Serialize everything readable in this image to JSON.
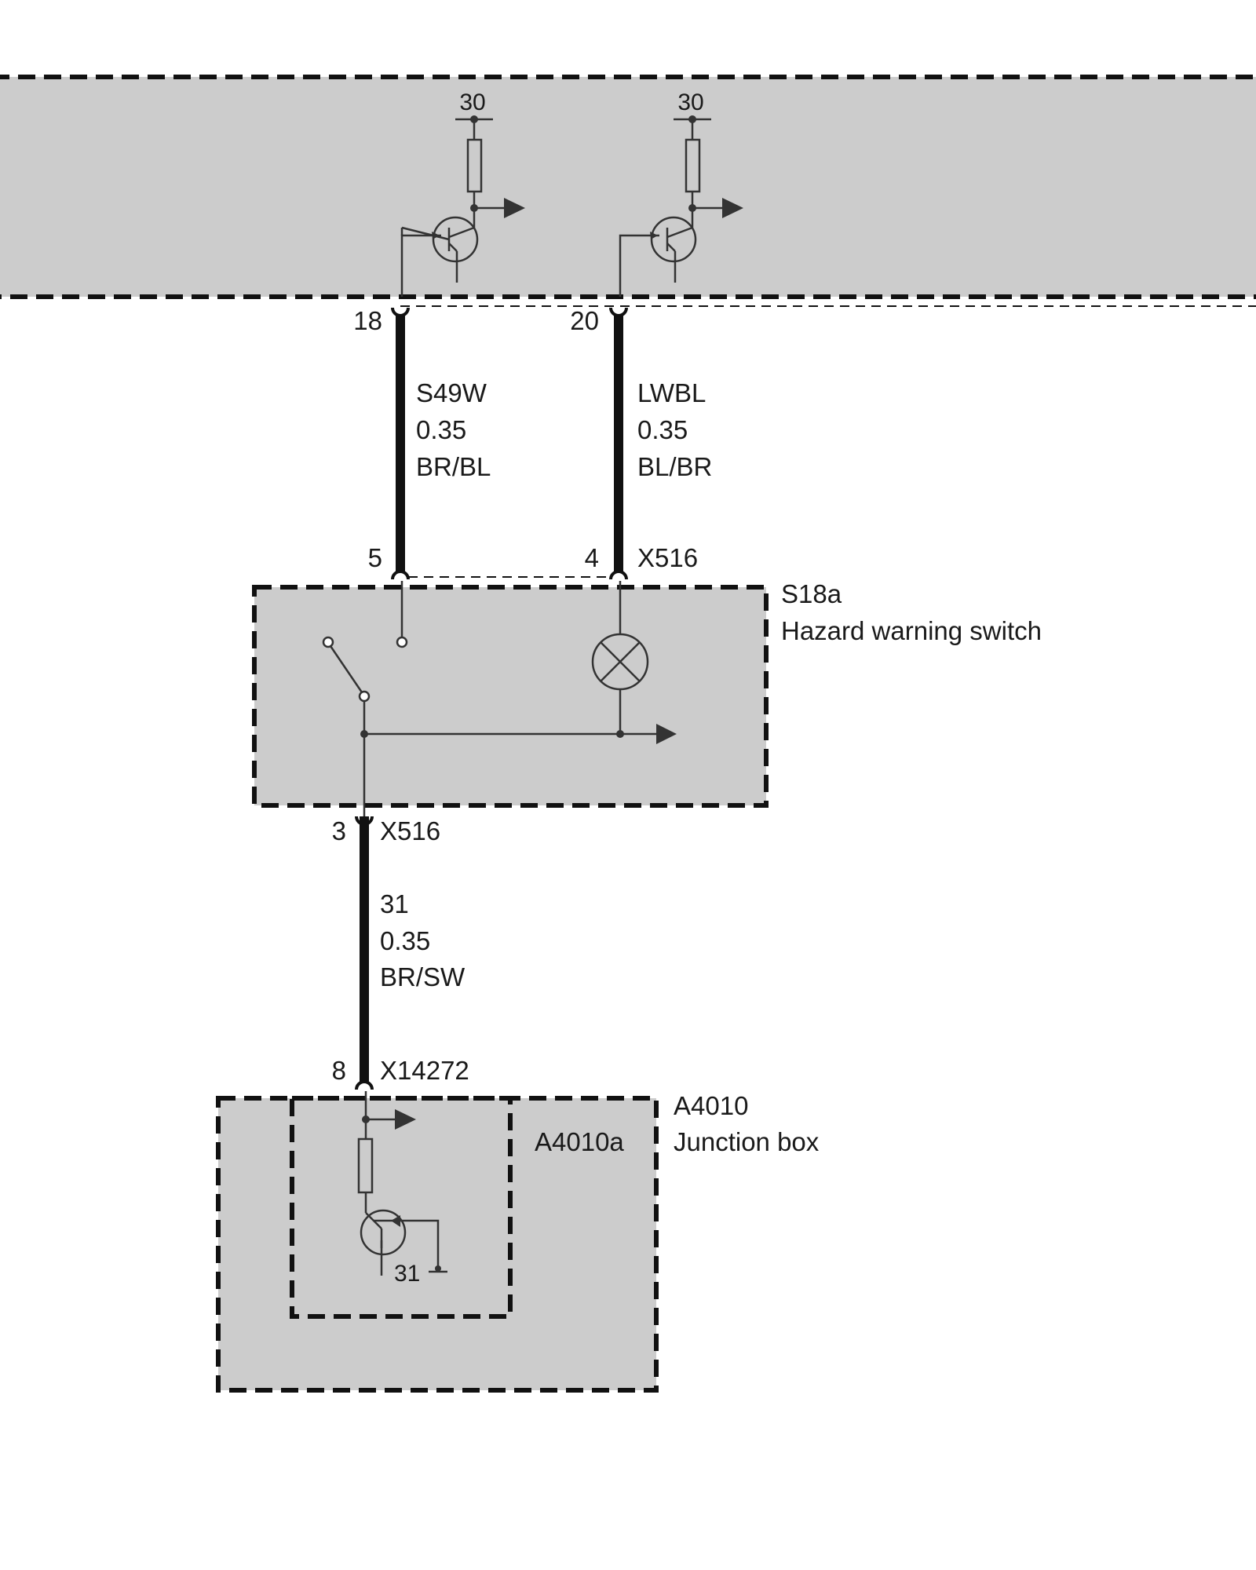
{
  "top_module": {
    "pin_left_supply": "30",
    "pin_right_supply": "30",
    "pin_left_out": "18",
    "pin_right_out": "20"
  },
  "wire_left": {
    "signal": "S49W",
    "gauge": "0.35",
    "color": "BR/BL"
  },
  "wire_right": {
    "signal": "LWBL",
    "gauge": "0.35",
    "color": "BL/BR"
  },
  "hazard_switch": {
    "connector_top": "X516",
    "pin_left": "5",
    "pin_right": "4",
    "id": "S18a",
    "name": "Hazard warning switch",
    "pin_bottom": "3",
    "connector_bottom": "X516"
  },
  "wire_bottom": {
    "signal": "31",
    "gauge": "0.35",
    "color": "BR/SW"
  },
  "junction_box": {
    "pin": "8",
    "connector": "X14272",
    "id": "A4010",
    "name": "Junction box",
    "sub_id": "A4010a",
    "ground_label": "31"
  },
  "colors": {
    "module_fill": "#cccccc",
    "wire": "#111111",
    "line": "#333333"
  }
}
